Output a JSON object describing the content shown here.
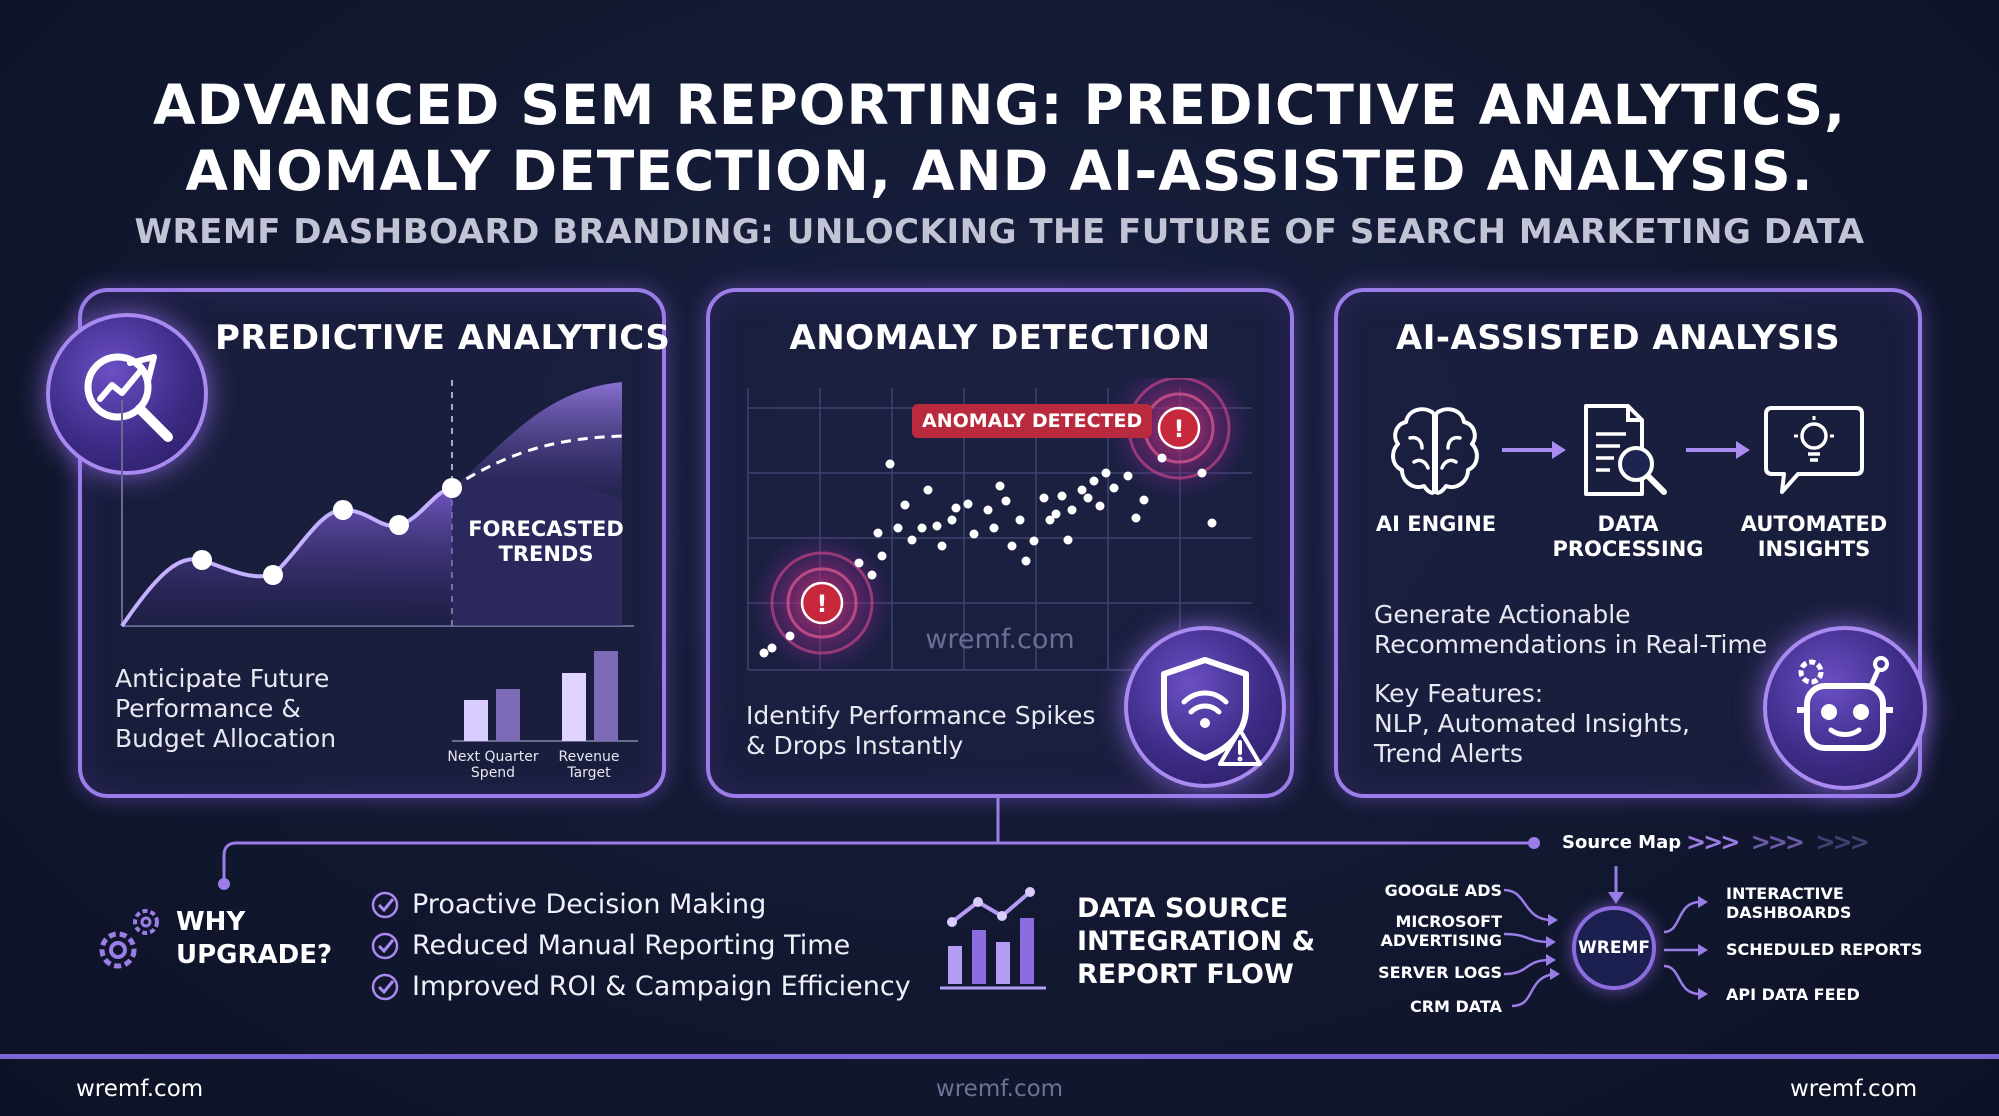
{
  "header": {
    "title_line1": "ADVANCED SEM REPORTING: PREDICTIVE ANALYTICS,",
    "title_line2": "ANOMALY DETECTION, AND AI-ASSISTED ANALYSIS.",
    "subtitle": "WREMF DASHBOARD BRANDING: UNLOCKING THE FUTURE OF SEARCH MARKETING DATA"
  },
  "predictive": {
    "title": "PREDICTIVE ANALYTICS",
    "icon": "trend-magnifier-icon",
    "forecast_label_1": "FORECASTED",
    "forecast_label_2": "TRENDS",
    "description": [
      "Anticipate Future",
      "Performance &",
      "Budget Allocation"
    ],
    "bars": [
      {
        "label_1": "Next Quarter",
        "label_2": "Spend",
        "values": [
          0.45,
          0.58
        ]
      },
      {
        "label_1": "Revenue",
        "label_2": "Target",
        "values": [
          0.75,
          1.0
        ]
      }
    ]
  },
  "anomaly": {
    "title": "ANOMALY DETECTION",
    "badge": "ANOMALY DETECTED",
    "watermark": "wremf.com",
    "description": [
      "Identify Performance Spikes",
      "& Drops Instantly"
    ],
    "icon": "shield-wifi-warning-icon"
  },
  "ai": {
    "title": "AI-ASSISTED ANALYSIS",
    "steps": [
      {
        "icon": "brain-icon",
        "label_1": "AI ENGINE",
        "label_2": ""
      },
      {
        "icon": "document-search-icon",
        "label_1": "DATA",
        "label_2": "PROCESSING"
      },
      {
        "icon": "lightbulb-chat-icon",
        "label_1": "AUTOMATED",
        "label_2": "INSIGHTS"
      }
    ],
    "text_1": [
      "Generate Actionable",
      "Recommendations in Real-Time"
    ],
    "text_2": [
      "Key Features:",
      "NLP, Automated Insights,",
      "Trend Alerts"
    ],
    "icon": "robot-icon"
  },
  "upgrade": {
    "title_1": "WHY",
    "title_2": "UPGRADE?",
    "icon": "gears-icon",
    "items": [
      "Proactive Decision Making",
      "Reduced Manual Reporting Time",
      "Improved ROI & Campaign Efficiency"
    ]
  },
  "integration": {
    "title": [
      "DATA SOURCE",
      "INTEGRATION &",
      "REPORT FLOW"
    ],
    "icon": "bar-chart-trend-icon",
    "source_map": "Source Map",
    "hub": "WREMF",
    "inputs": [
      [
        "GOOGLE ADS"
      ],
      [
        "MICROSOFT",
        "ADVERTISING"
      ],
      [
        "SERVER LOGS"
      ],
      [
        "CRM DATA"
      ]
    ],
    "outputs": [
      [
        "INTERACTIVE",
        "DASHBOARDS"
      ],
      [
        "SCHEDULED REPORTS"
      ],
      [
        "API DATA FEED"
      ]
    ]
  },
  "footer": {
    "left": "wremf.com",
    "center": "wremf.com",
    "right": "wremf.com"
  },
  "colors": {
    "accent": "#9b7de8",
    "alert": "#c8283c",
    "background": "#121830"
  }
}
